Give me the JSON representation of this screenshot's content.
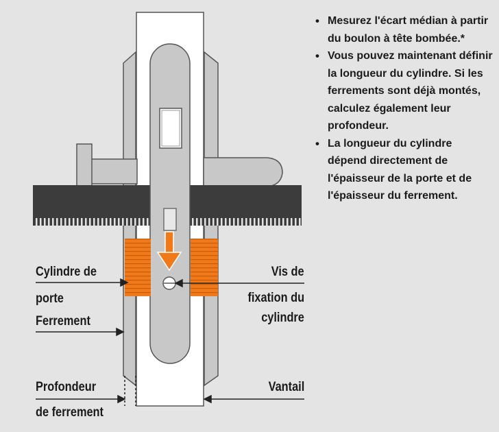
{
  "labels": {
    "cylindre_de": "Cylindre de",
    "porte": "porte",
    "ferrement": "Ferrement",
    "profondeur": "Profondeur",
    "de_ferrement": "de ferrement",
    "vis_de": "Vis de",
    "fixation_du": "fixation du",
    "cylindre": "cylindre",
    "vantail": "Vantail"
  },
  "notes": [
    "Mesurez l'écart médian à partir du boulon à tête bombée.*",
    "Vous pouvez maintenant définir la longueur du cylindre. Si les ferrements sont déjà montés, calculez également leur profondeur.",
    "La longueur du cylindre dépend directement de l'épaisseur de la porte et de l'épaisseur du ferrement."
  ],
  "colors": {
    "background": "#e4e4e4",
    "door_body": "#3c3c3c",
    "cylinder": "#f07a1a",
    "fittings": "#c8c8c8",
    "leaf": "#ffffff"
  },
  "icons": [
    "lever-handle",
    "arrow-down-icon",
    "fixing-screw-icon"
  ]
}
